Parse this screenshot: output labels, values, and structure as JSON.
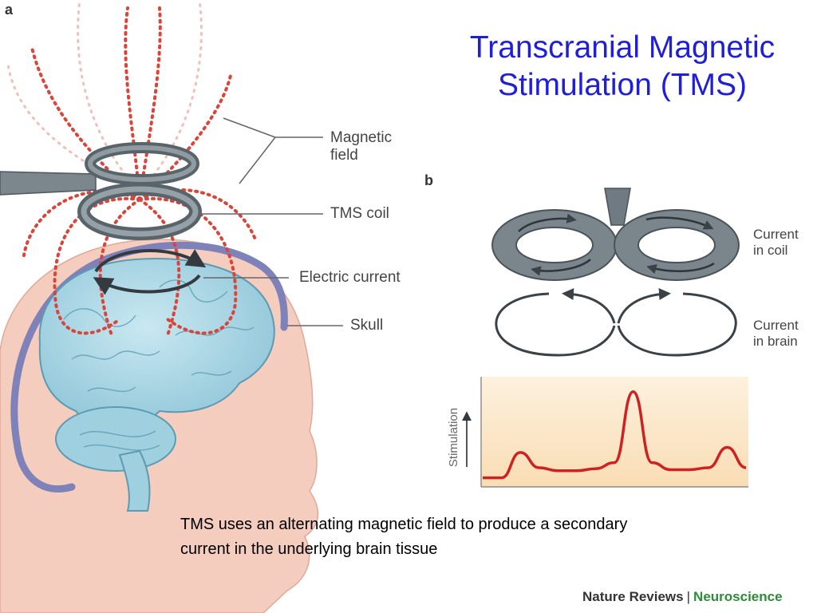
{
  "title_line1": "Transcranial Magnetic",
  "title_line2": "Stimulation (TMS)",
  "panel_a": {
    "letter": "a",
    "labels": {
      "magnetic_field_1": "Magnetic",
      "magnetic_field_2": "field",
      "tms_coil": "TMS coil",
      "electric_current": "Electric current",
      "skull": "Skull"
    }
  },
  "panel_b": {
    "letter": "b",
    "labels": {
      "current_in_coil_1": "Current",
      "current_in_coil_2": "in coil",
      "current_in_brain_1": "Current",
      "current_in_brain_2": "in brain"
    }
  },
  "chart_data": {
    "type": "line",
    "ylabel": "Stimulation",
    "xlabel": "",
    "series": [
      {
        "values": [
          0.05,
          0.05,
          0.3,
          0.15,
          0.12,
          0.12,
          0.14,
          0.2,
          0.9,
          0.2,
          0.13,
          0.13,
          0.15,
          0.35,
          0.15
        ]
      }
    ]
  },
  "caption": "TMS uses an alternating magnetic field to produce a secondary current in the underlying brain tissue",
  "credit": {
    "publisher": "Nature Reviews",
    "separator": "|",
    "journal": "Neuroscience"
  },
  "colors": {
    "title": "#1f1fd8",
    "field_lines": "#d9453a",
    "skin": "#f4cdbf",
    "brain": "#a9d6e5",
    "skull": "#7e82b8",
    "coil": "#6f7a82",
    "stimulation_curve": "#cc2222",
    "chart_bg": "#fbe7c8",
    "credit_journal": "#2f8a3a"
  }
}
